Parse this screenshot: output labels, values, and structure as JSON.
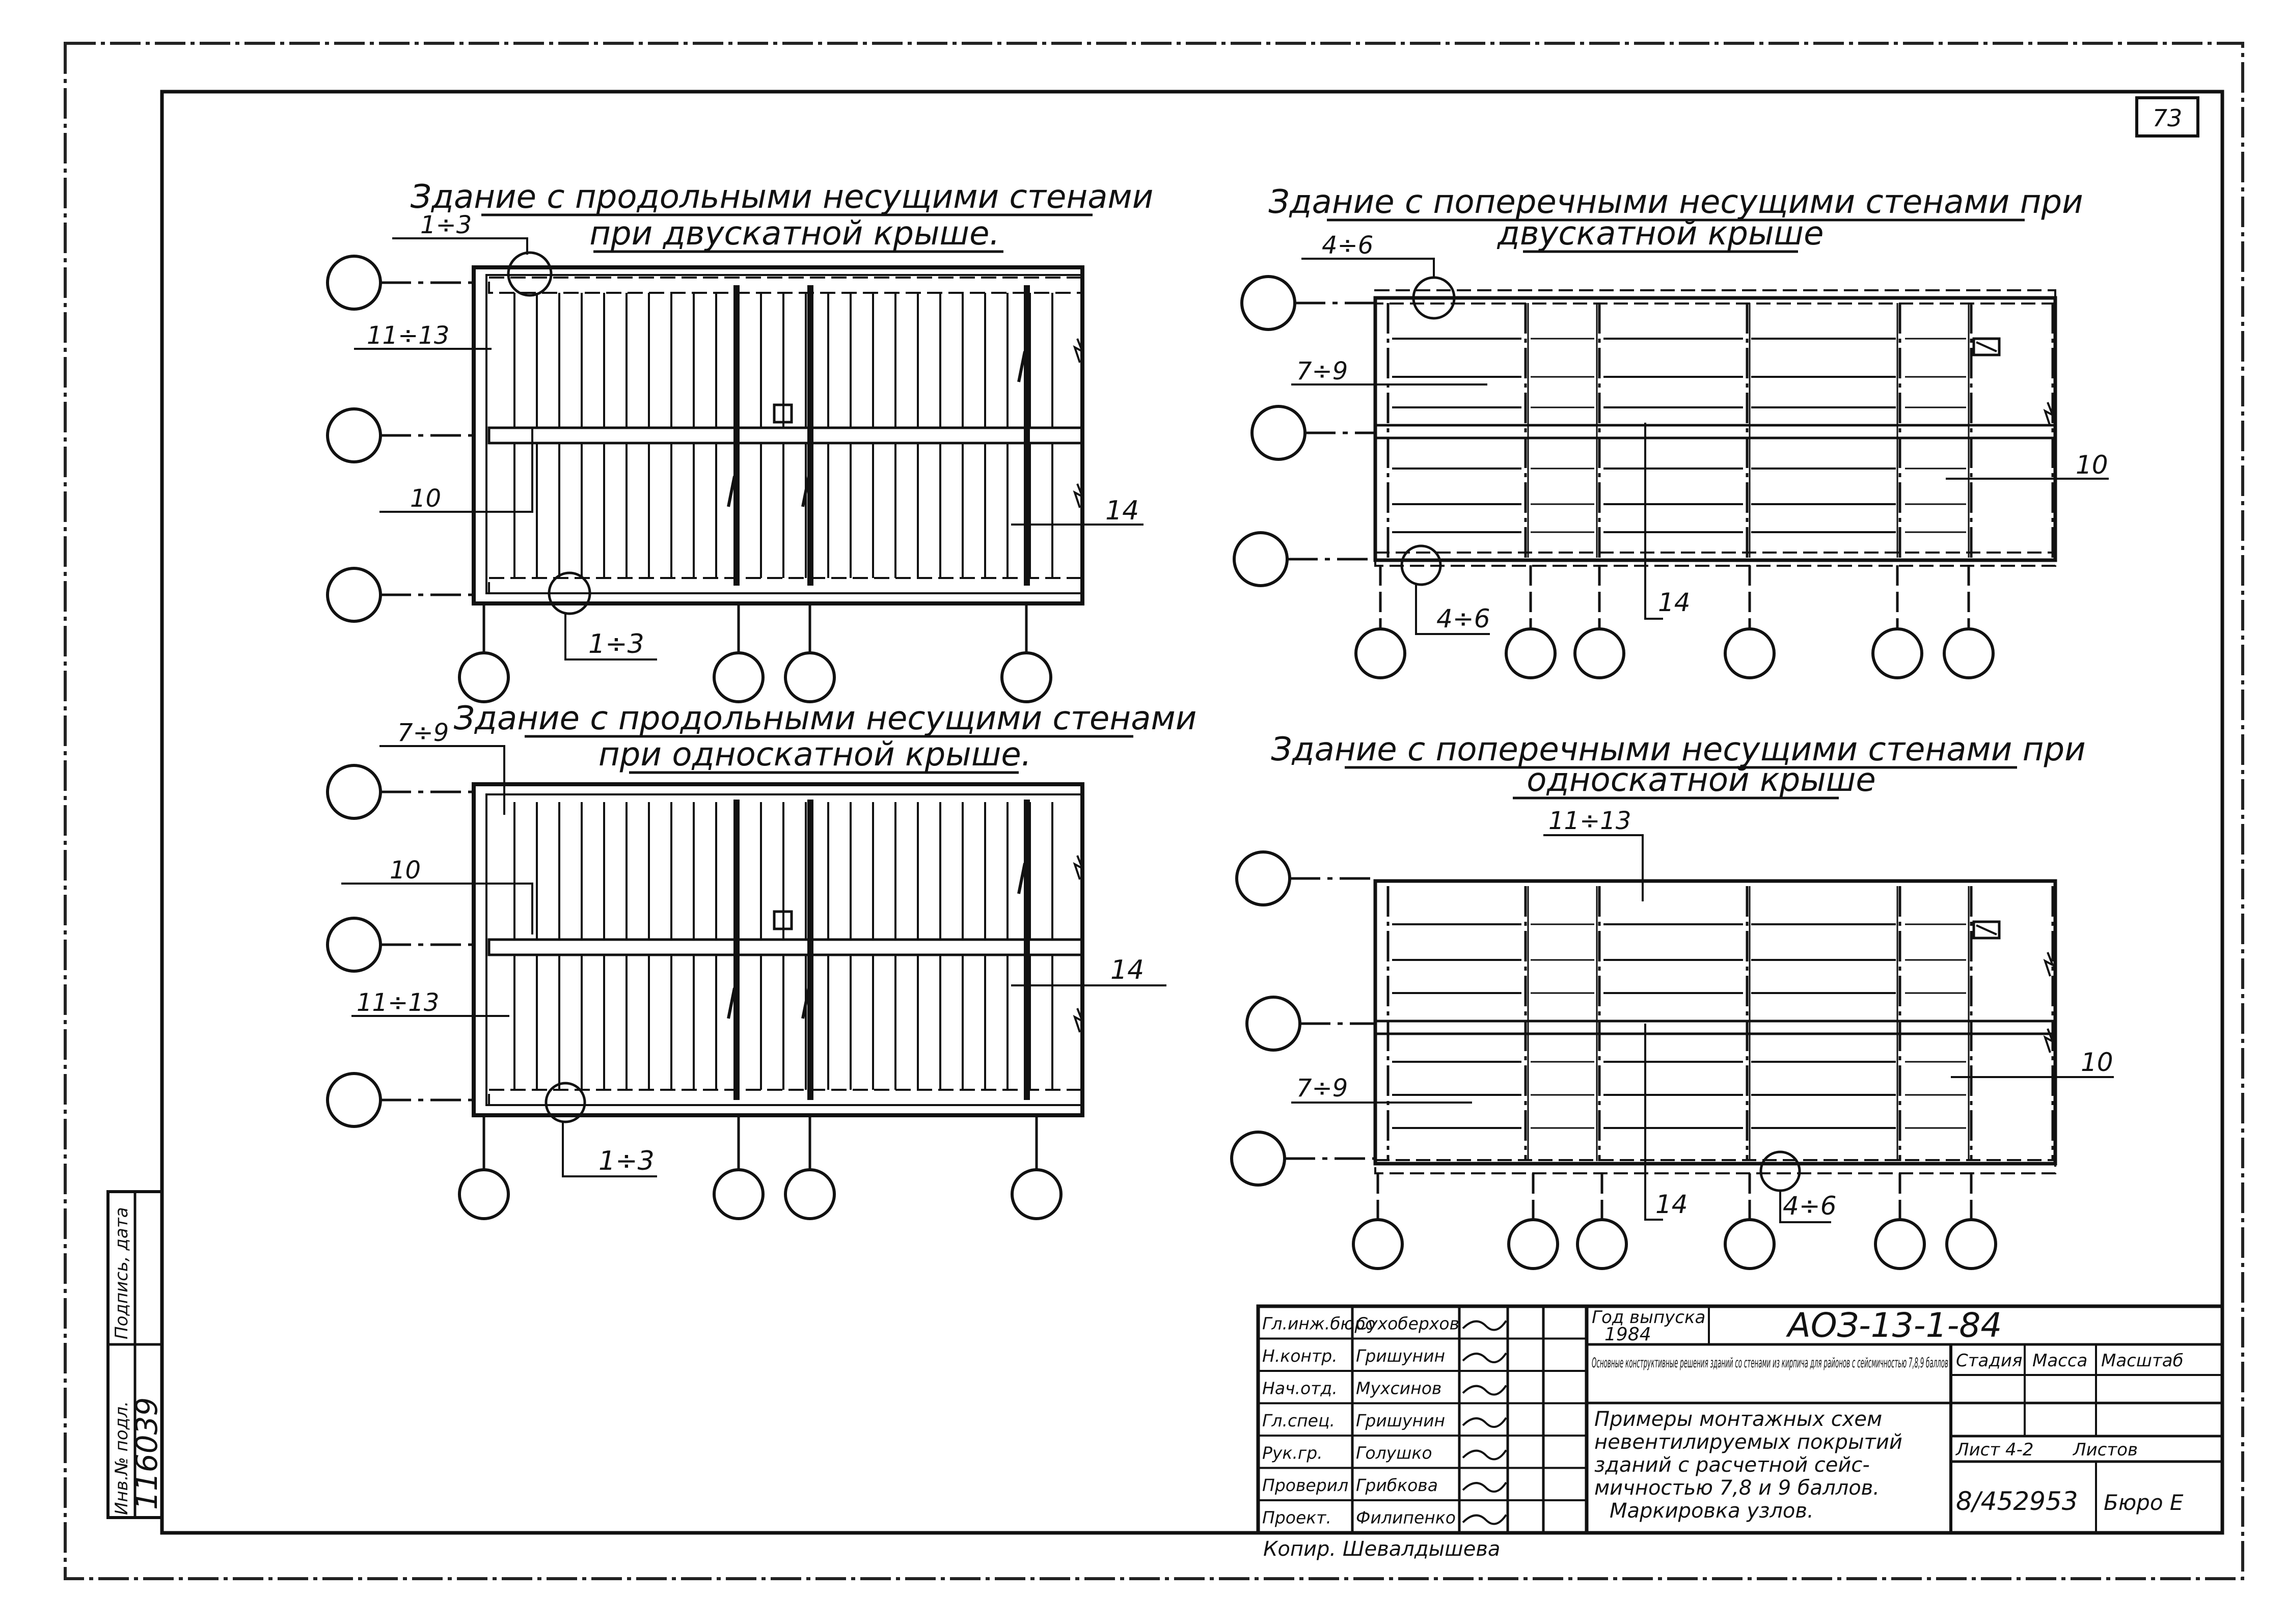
{
  "page_number": "73",
  "views": [
    {
      "title_line1": "Здание с продольными несущими стенами",
      "title_line2": "при двускатной крыше.",
      "labels": {
        "top": "1÷3",
        "left_upper": "11÷13",
        "left_lower": "10",
        "right": "14",
        "bottom": "1÷3"
      }
    },
    {
      "title_line1": "Здание с поперечными несущими стенами при",
      "title_line2": "двускатной крыше",
      "labels": {
        "top": "4÷6",
        "left_upper": "7÷9",
        "right": "10",
        "bottom_mid": "14",
        "bottom": "4÷6"
      }
    },
    {
      "title_line1": "Здание с продольными несущими стенами",
      "title_line2": "при односкатной крыше.",
      "labels": {
        "top": "7÷9",
        "left_upper": "10",
        "left_lower": "11÷13",
        "right": "14",
        "bottom": "1÷3"
      }
    },
    {
      "title_line1": "Здание с поперечными несущими стенами при",
      "title_line2": "односкатной крыше",
      "labels": {
        "top": "11÷13",
        "left_lower": "7÷9",
        "right": "10",
        "bottom_mid": "14",
        "bottom": "4÷6"
      }
    }
  ],
  "side_stamp": {
    "inv_label": "Инв.№ подл.",
    "inv_number": "116039",
    "signature_label": "Подпись, дата"
  },
  "title_block": {
    "year_label": "Год выпуска",
    "year": "1984",
    "code": "АОЗ-13-1-84",
    "description": "Основные конструктивные решения зданий со стенами из кирпича для районов с сейсмичностью 7,8,9 баллов",
    "sheet_title_line1": "Примеры монтажных схем",
    "sheet_title_line2": "невентилируемых покрытий",
    "sheet_title_line3": "зданий с расчетной сейс-",
    "sheet_title_line4": "мичностью 7,8 и 9 баллов.",
    "sheet_title_line5": "Маркировка узлов.",
    "stage_label": "Стадия",
    "mass_label": "Масса",
    "scale_label": "Масштаб",
    "sheet_label": "Лист 4-2",
    "sheets_label": "Листов",
    "doc_number": "8/452953",
    "bureau": "Бюро Е",
    "staff": [
      {
        "role": "Гл.инж.бюро",
        "name": "Сухоберхов"
      },
      {
        "role": "Н.контр.",
        "name": "Гришунин"
      },
      {
        "role": "Нач.отд.",
        "name": "Мухсинов"
      },
      {
        "role": "Гл.спец.",
        "name": "Гришунин"
      },
      {
        "role": "Рук.гр.",
        "name": "Голушко"
      },
      {
        "role": "Проверил",
        "name": "Грибкова"
      },
      {
        "role": "Проект.",
        "name": "Филипенко"
      }
    ],
    "copied_by": "Копир. Шевалдышева"
  }
}
